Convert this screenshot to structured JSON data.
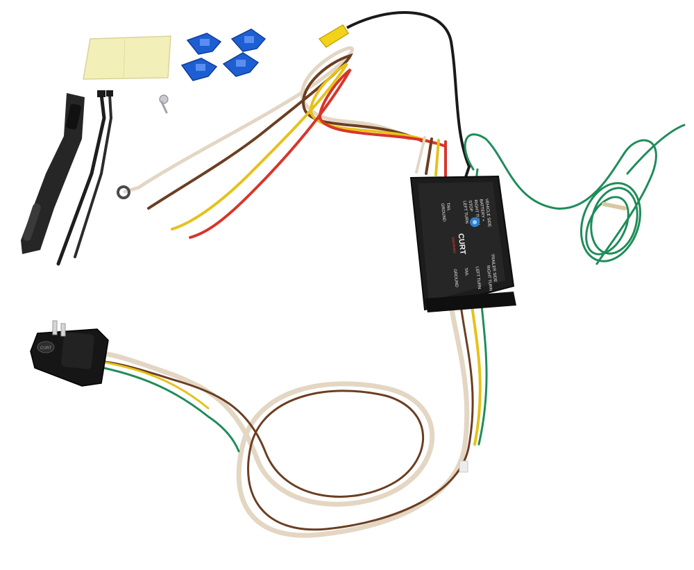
{
  "module": {
    "brand": "CURT",
    "header_left": "TRAILER SIDE",
    "vehicle_side": "VEHICLE SIDE",
    "labels_top": [
      "BATTERY +",
      "RIGHT TURN",
      "STOP",
      "LEFT TURN",
      "TAIL",
      "GROUND"
    ],
    "labels_bottom": [
      "RIGHT TURN",
      "LEFT TURN",
      "TAIL",
      "GROUND"
    ],
    "warning": "WARNING"
  },
  "connector": {
    "brand": "CURT"
  },
  "colors": {
    "background": "#ffffff",
    "module_body": "#1c1c1c",
    "wire_white": "#e3d6c3",
    "wire_brown": "#6b3e22",
    "wire_yellow": "#e5c21a",
    "wire_green": "#1f8c5a",
    "wire_red": "#d8352a",
    "wire_black": "#1a1a1a",
    "tap_blue": "#1d5fd3",
    "butt_yellow": "#f2d31a",
    "pad": "#f3efb8",
    "bracket": "#262626"
  }
}
